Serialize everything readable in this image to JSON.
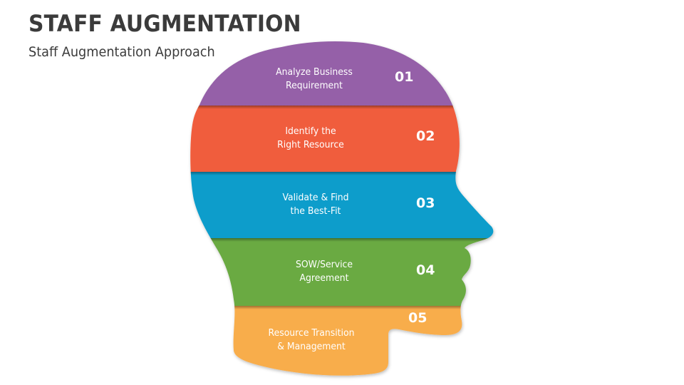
{
  "header": {
    "title": "STAFF AUGMENTATION",
    "subtitle": "Staff Augmentation Approach"
  },
  "steps": [
    {
      "number": "01",
      "line1": "Analyze Business",
      "line2": "Requirement",
      "color": "#9561a8"
    },
    {
      "number": "02",
      "line1": "Identify the",
      "line2": "Right Resource",
      "color": "#f05d3c"
    },
    {
      "number": "03",
      "line1": "Validate & Find",
      "line2": "the Best-Fit",
      "color": "#0b9dcb"
    },
    {
      "number": "04",
      "line1": "SOW/Service",
      "line2": "Agreement",
      "color": "#6aaa43"
    },
    {
      "number": "05",
      "line1": "Resource Transition",
      "line2": "& Management",
      "color": "#f8ad4c"
    }
  ]
}
